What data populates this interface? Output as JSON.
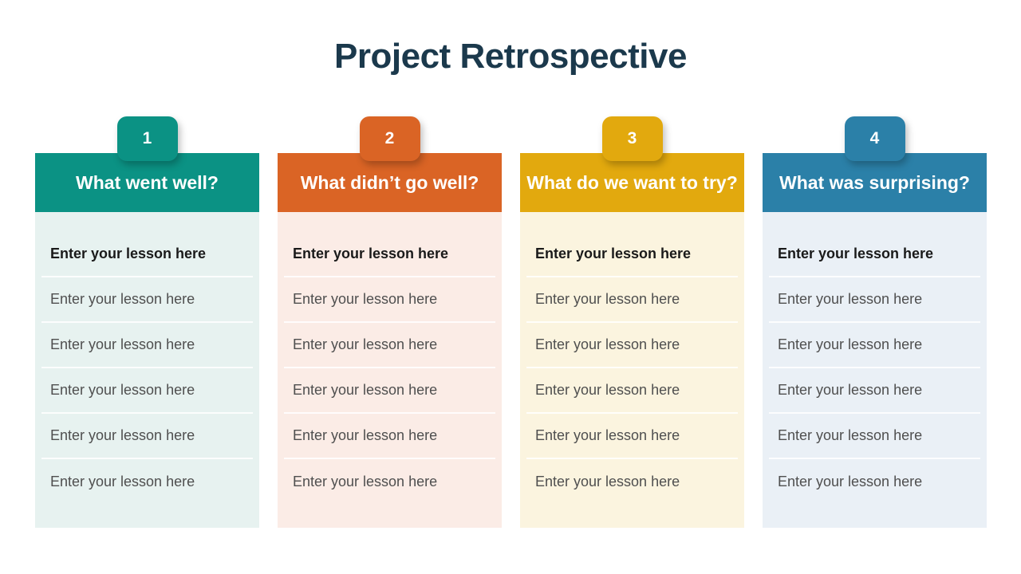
{
  "title": "Project Retrospective",
  "colors": {
    "title_text": "#1B394C",
    "header_text": "#FFFFFF",
    "row_first_text": "#1A1A1A",
    "row_text": "#4F4F4F",
    "divider": "#FFFFFF"
  },
  "columns": [
    {
      "number": "1",
      "question": "What went well?",
      "accent_color": "#0B9284",
      "body_bg_color": "#E7F2F0",
      "rows": [
        "Enter your lesson here",
        "Enter your lesson here",
        "Enter your lesson here",
        "Enter your lesson here",
        "Enter your lesson here",
        "Enter your lesson here"
      ]
    },
    {
      "number": "2",
      "question": "What didn’t go well?",
      "accent_color": "#DA6425",
      "body_bg_color": "#FBECE6",
      "rows": [
        "Enter your lesson here",
        "Enter your lesson here",
        "Enter your lesson here",
        "Enter your lesson here",
        "Enter your lesson here",
        "Enter your lesson here"
      ]
    },
    {
      "number": "3",
      "question": "What do we want to try?",
      "accent_color": "#E2A90E",
      "body_bg_color": "#FBF4DF",
      "rows": [
        "Enter your lesson here",
        "Enter your lesson here",
        "Enter your lesson here",
        "Enter your lesson here",
        "Enter your lesson here",
        "Enter your lesson here"
      ]
    },
    {
      "number": "4",
      "question": "What was surprising?",
      "accent_color": "#2B80A8",
      "body_bg_color": "#EAF0F6",
      "rows": [
        "Enter your lesson here",
        "Enter your lesson here",
        "Enter your lesson here",
        "Enter your lesson here",
        "Enter your lesson here",
        "Enter your lesson here"
      ]
    }
  ]
}
